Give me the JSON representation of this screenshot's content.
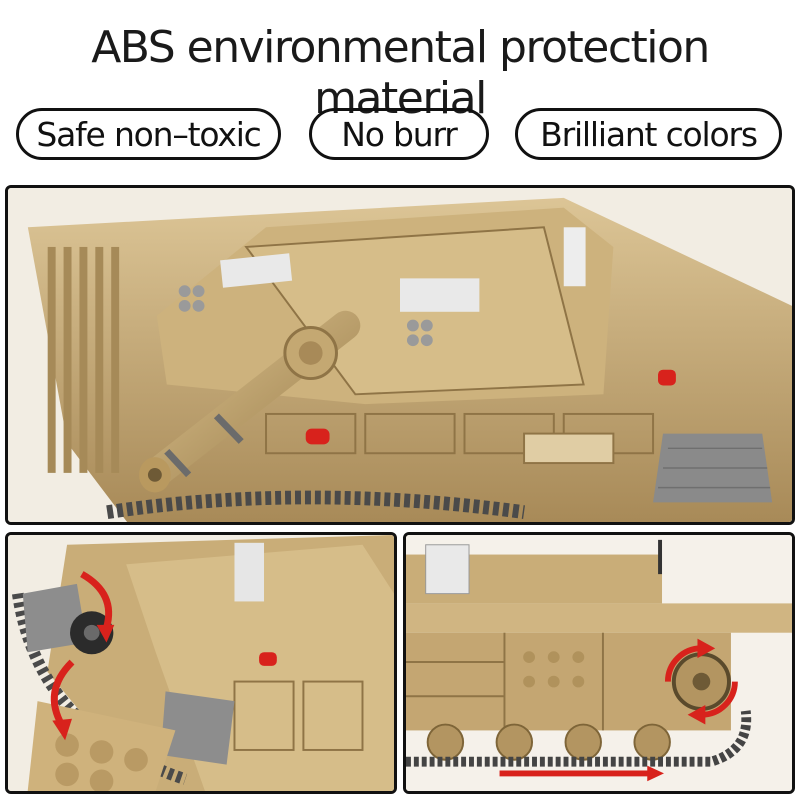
{
  "headline": "ABS environmental protection material",
  "features": [
    {
      "label": "Safe non–toxic"
    },
    {
      "label": "No burr"
    },
    {
      "label": "Brilliant colors"
    }
  ],
  "colors": {
    "tan": "#c9ad78",
    "tan_dark": "#8f7446",
    "tan_light": "#dcc596",
    "track": "#4a4a4a",
    "accent_red": "#d8221c",
    "plate_white": "#e9e9e9"
  },
  "panels": {
    "top": {
      "subject": "brick-built tank front view"
    },
    "bottom_left": {
      "subject": "tank side skirt swinging open",
      "arrow_icon": "rotate-arrow-icon"
    },
    "bottom_right": {
      "subject": "tank side with rotating wheel",
      "arrow_icon": "rotate-arrow-icon"
    }
  }
}
